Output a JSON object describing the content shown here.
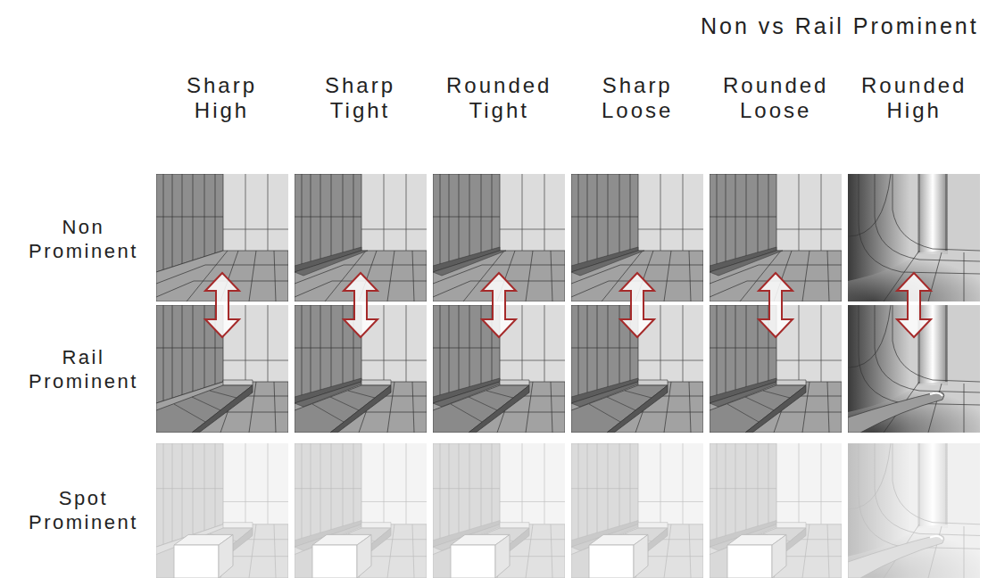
{
  "diagram": {
    "title": "Non vs Rail Prominent",
    "labels": [
      "Sharp High",
      "Sharp Tight",
      "Rounded Tight",
      "Sharp Loose",
      "Rounded Loose",
      "Rounded High",
      "Non Prominent",
      "Rail Prominent",
      "Spot Prominent"
    ]
  }
}
